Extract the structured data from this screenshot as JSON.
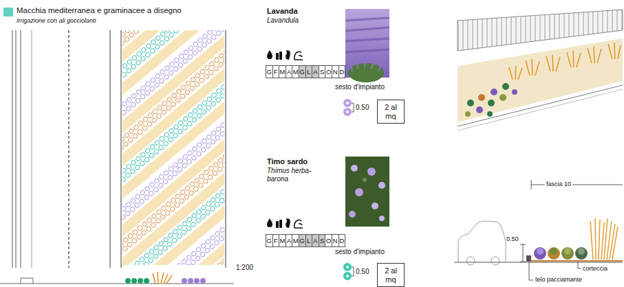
{
  "diagram": {
    "nodes": [
      {
        "text": [
          "2 al mq"
        ]
      },
      {
        "text": [
          "2 al mq"
        ]
      }
    ],
    "labels": [
      "Irrigazione con ali gocciolanti",
      "Lavanda",
      "Lavandula",
      "G",
      "F",
      "M",
      "A",
      "M",
      "G",
      "L",
      "A",
      "S",
      "O",
      "N",
      "D",
      "sesto d'impianto",
      "0.50",
      "Timo sardo",
      "Thimus herba-barona",
      "G",
      "F",
      "M",
      "A",
      "M",
      "G",
      "L",
      "A",
      "S",
      "O",
      "N",
      "D",
      "sesto d'impianto",
      "0.50",
      "1:200",
      "fascia 10",
      "0.50",
      "corteccia",
      "telo pacciamante"
    ],
    "legend": [
      {
        "text": "Macchia mediterranea e graminacee a disegno",
        "color": "#5fd1c1"
      }
    ]
  }
}
